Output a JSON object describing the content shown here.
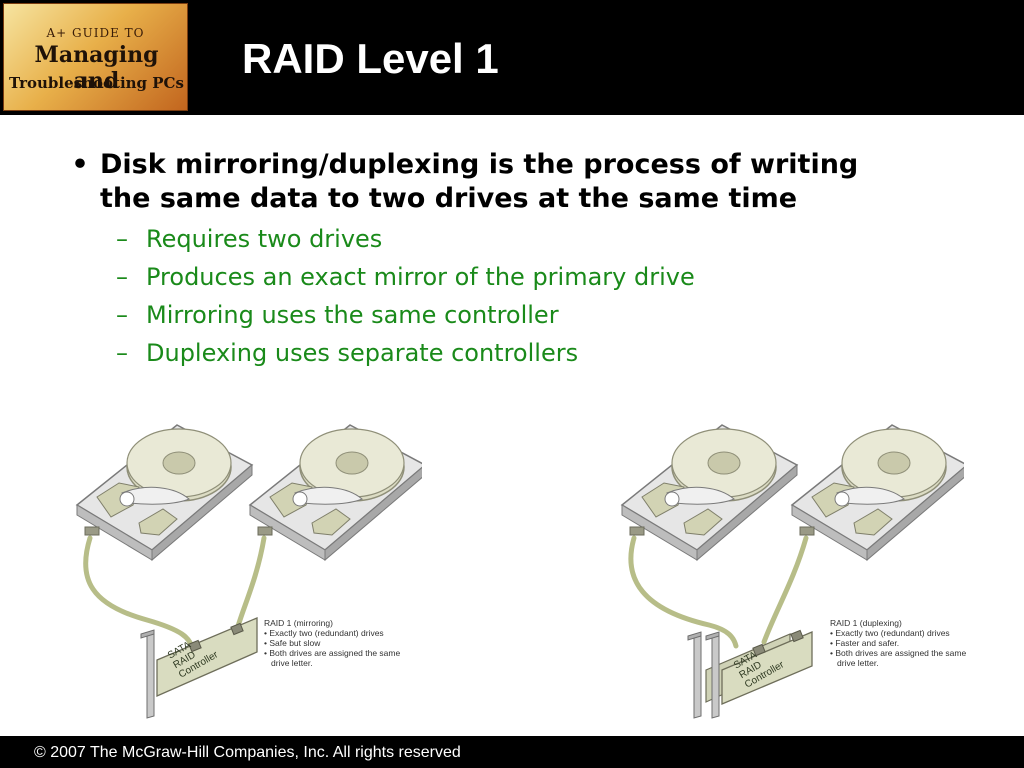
{
  "logo": {
    "line1": "A+ GUIDE TO",
    "line2": "Managing and",
    "line3": "Troubleshooting PCs"
  },
  "slide": {
    "title": "RAID Level 1",
    "bullet": "Disk mirroring/duplexing is the process of writing the same data to two drives at the same time",
    "sub_bullets": [
      "Requires two drives",
      "Produces an exact mirror of the primary drive",
      "Mirroring uses the same controller",
      "Duplexing uses separate controllers"
    ]
  },
  "figures": {
    "mirroring": {
      "caption_title": "RAID 1 (mirroring)",
      "items": [
        "Exactly two (redundant) drives",
        "Safe but slow",
        "Both drives are assigned the same drive letter."
      ],
      "card_line1": "SATA",
      "card_line2": "RAID",
      "card_line3": "Controller"
    },
    "duplexing": {
      "caption_title": "RAID 1 (duplexing)",
      "items": [
        "Exactly two (redundant) drives",
        "Faster and safer.",
        "Both drives are assigned the same drive letter."
      ],
      "card_line1": "SATA",
      "card_line2": "RAID",
      "card_line3": "Controller"
    }
  },
  "footer": {
    "copyright": "© 2007 The McGraw-Hill Companies, Inc. All rights reserved"
  },
  "colors": {
    "header_bg": "#000000",
    "title_text": "#ffffff",
    "sub_bullet_text": "#1a8a1a",
    "cable": "#b7bd88",
    "drive_body": "#e6e6e6",
    "platter": "#dcdcc4"
  }
}
